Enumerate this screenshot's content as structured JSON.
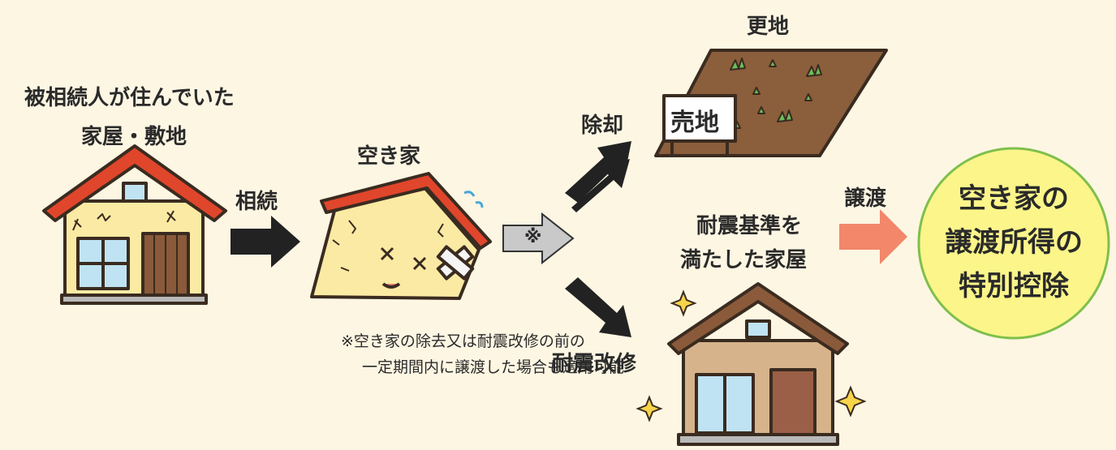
{
  "source_house": {
    "line1": "被相続人が住んでいた",
    "line2": "家屋・敷地"
  },
  "inherit_label": "相続",
  "vacant_house_label": "空き家",
  "note_mark": "※",
  "vacant_land": {
    "label": "更地",
    "sign": "売地"
  },
  "demolish_label": "除却",
  "retrofit_label": "耐震改修",
  "quake_standard": {
    "line1": "耐震基準を",
    "line2": "満たした家屋"
  },
  "transfer_label": "譲渡",
  "deduction": {
    "line1": "空き家の",
    "line2": "譲渡所得の",
    "line3": "特別控除"
  },
  "footnote": {
    "line1": "※空き家の除去又は耐震改修の前の",
    "line2": "一定期間内に譲渡した場合も適用可能"
  },
  "colors": {
    "background": "#fdf6e3",
    "circle_fill": "#fbf58a",
    "circle_stroke": "#7fbf4a",
    "transfer_arrow": "#f2876a",
    "roof": "#e0462b",
    "wall": "#fbeaa3"
  }
}
